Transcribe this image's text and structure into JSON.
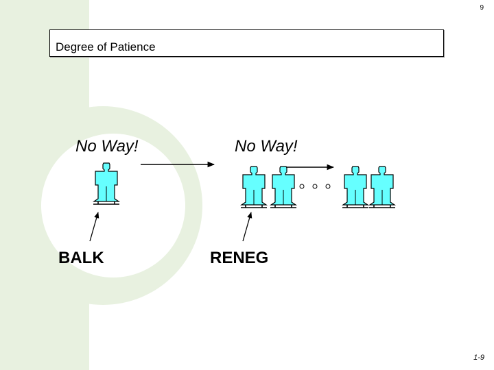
{
  "slide": {
    "number": "9",
    "title": "Degree of Patience",
    "page_ref": "1-9",
    "colors": {
      "background_accent": "#e5f0dc",
      "person_fill": "#66ffff",
      "person_outline": "#000000"
    }
  },
  "diagram": {
    "balk": {
      "speech": "No Way!",
      "label": "BALK",
      "people_count": 1
    },
    "reneg": {
      "speech": "No Way!",
      "label": "RENEG",
      "queue_people_before_dots": 2,
      "queue_people_after_dots": 2,
      "ellipsis": "o o o"
    }
  }
}
